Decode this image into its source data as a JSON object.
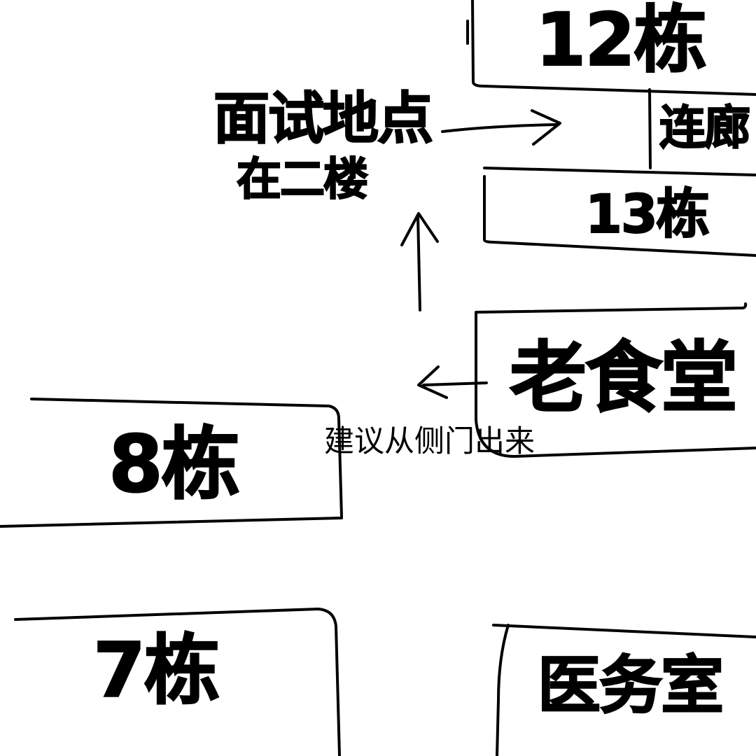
{
  "map": {
    "buildings": {
      "building_12": "12栋",
      "corridor": "连廊",
      "building_13": "13栋",
      "old_canteen": "老食堂",
      "building_8": "8栋",
      "building_7": "7栋",
      "clinic": "医务室"
    },
    "destination": {
      "title": "面试地点",
      "floor": "在二楼"
    },
    "hint": "建议从侧门出来",
    "ink_color": "#000000",
    "background_color": "#ffffff"
  }
}
